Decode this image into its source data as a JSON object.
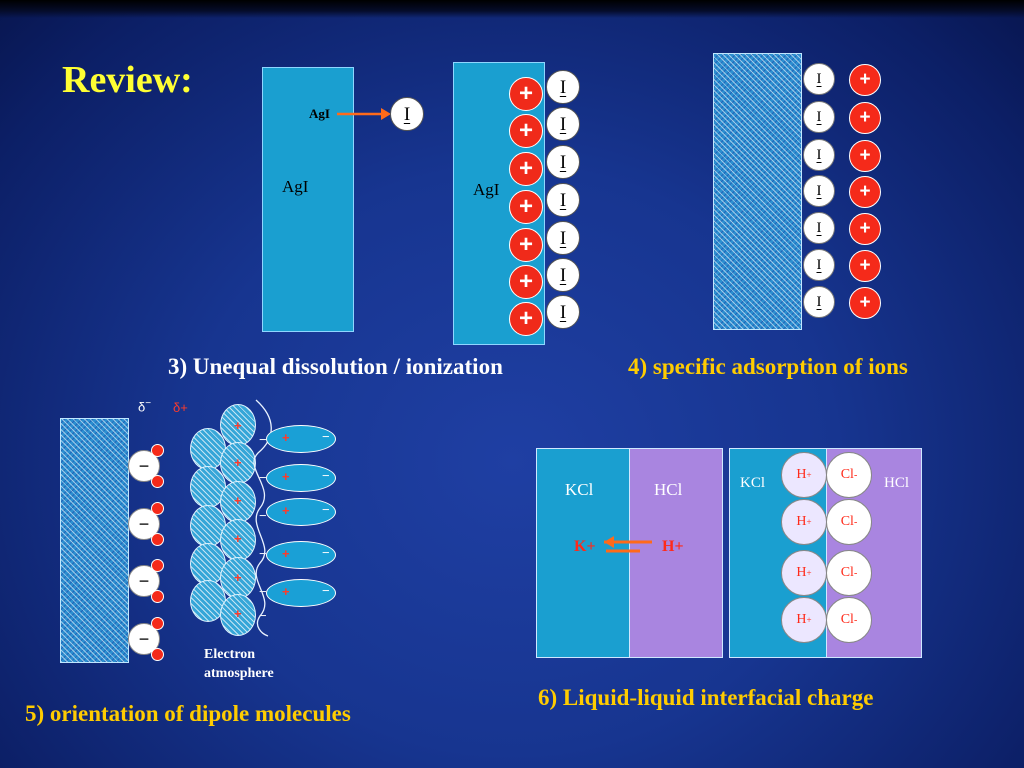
{
  "title": "Review:",
  "captions": {
    "c3": "3) Unequal dissolution / ionization",
    "c4": "4) specific adsorption of ions",
    "c5": "5) orientation of dipole molecules",
    "c6": "6) Liquid-liquid interfacial charge"
  },
  "panel3": {
    "agi_small": "AgI",
    "agi_left": "AgI",
    "agi_right": "AgI",
    "iodide": "I",
    "plus": "+"
  },
  "panel4": {
    "iodide": "I",
    "plus": "+"
  },
  "panel5": {
    "delta_minus": "δ",
    "minus_sup": "−",
    "delta_plus": "δ+",
    "minus": "−",
    "plus": "+",
    "electron_line1": "Electron",
    "electron_line2": "atmosphere"
  },
  "panel6": {
    "kcl": "KCl",
    "hcl": "HCl",
    "kplus": "K+",
    "hplus": "H+",
    "h": "H",
    "cl": "Cl",
    "plus_sup": "+",
    "minus_sup": "-"
  },
  "colors": {
    "caption_white": "#ffffff",
    "caption_yellow": "#ffcc00",
    "title": "#ffff33",
    "ion_red": "#f02a1a",
    "slab_blue": "#1a9fd0",
    "hcl_purple": "#a985e0",
    "arrow_orange": "#ff6a1a"
  }
}
